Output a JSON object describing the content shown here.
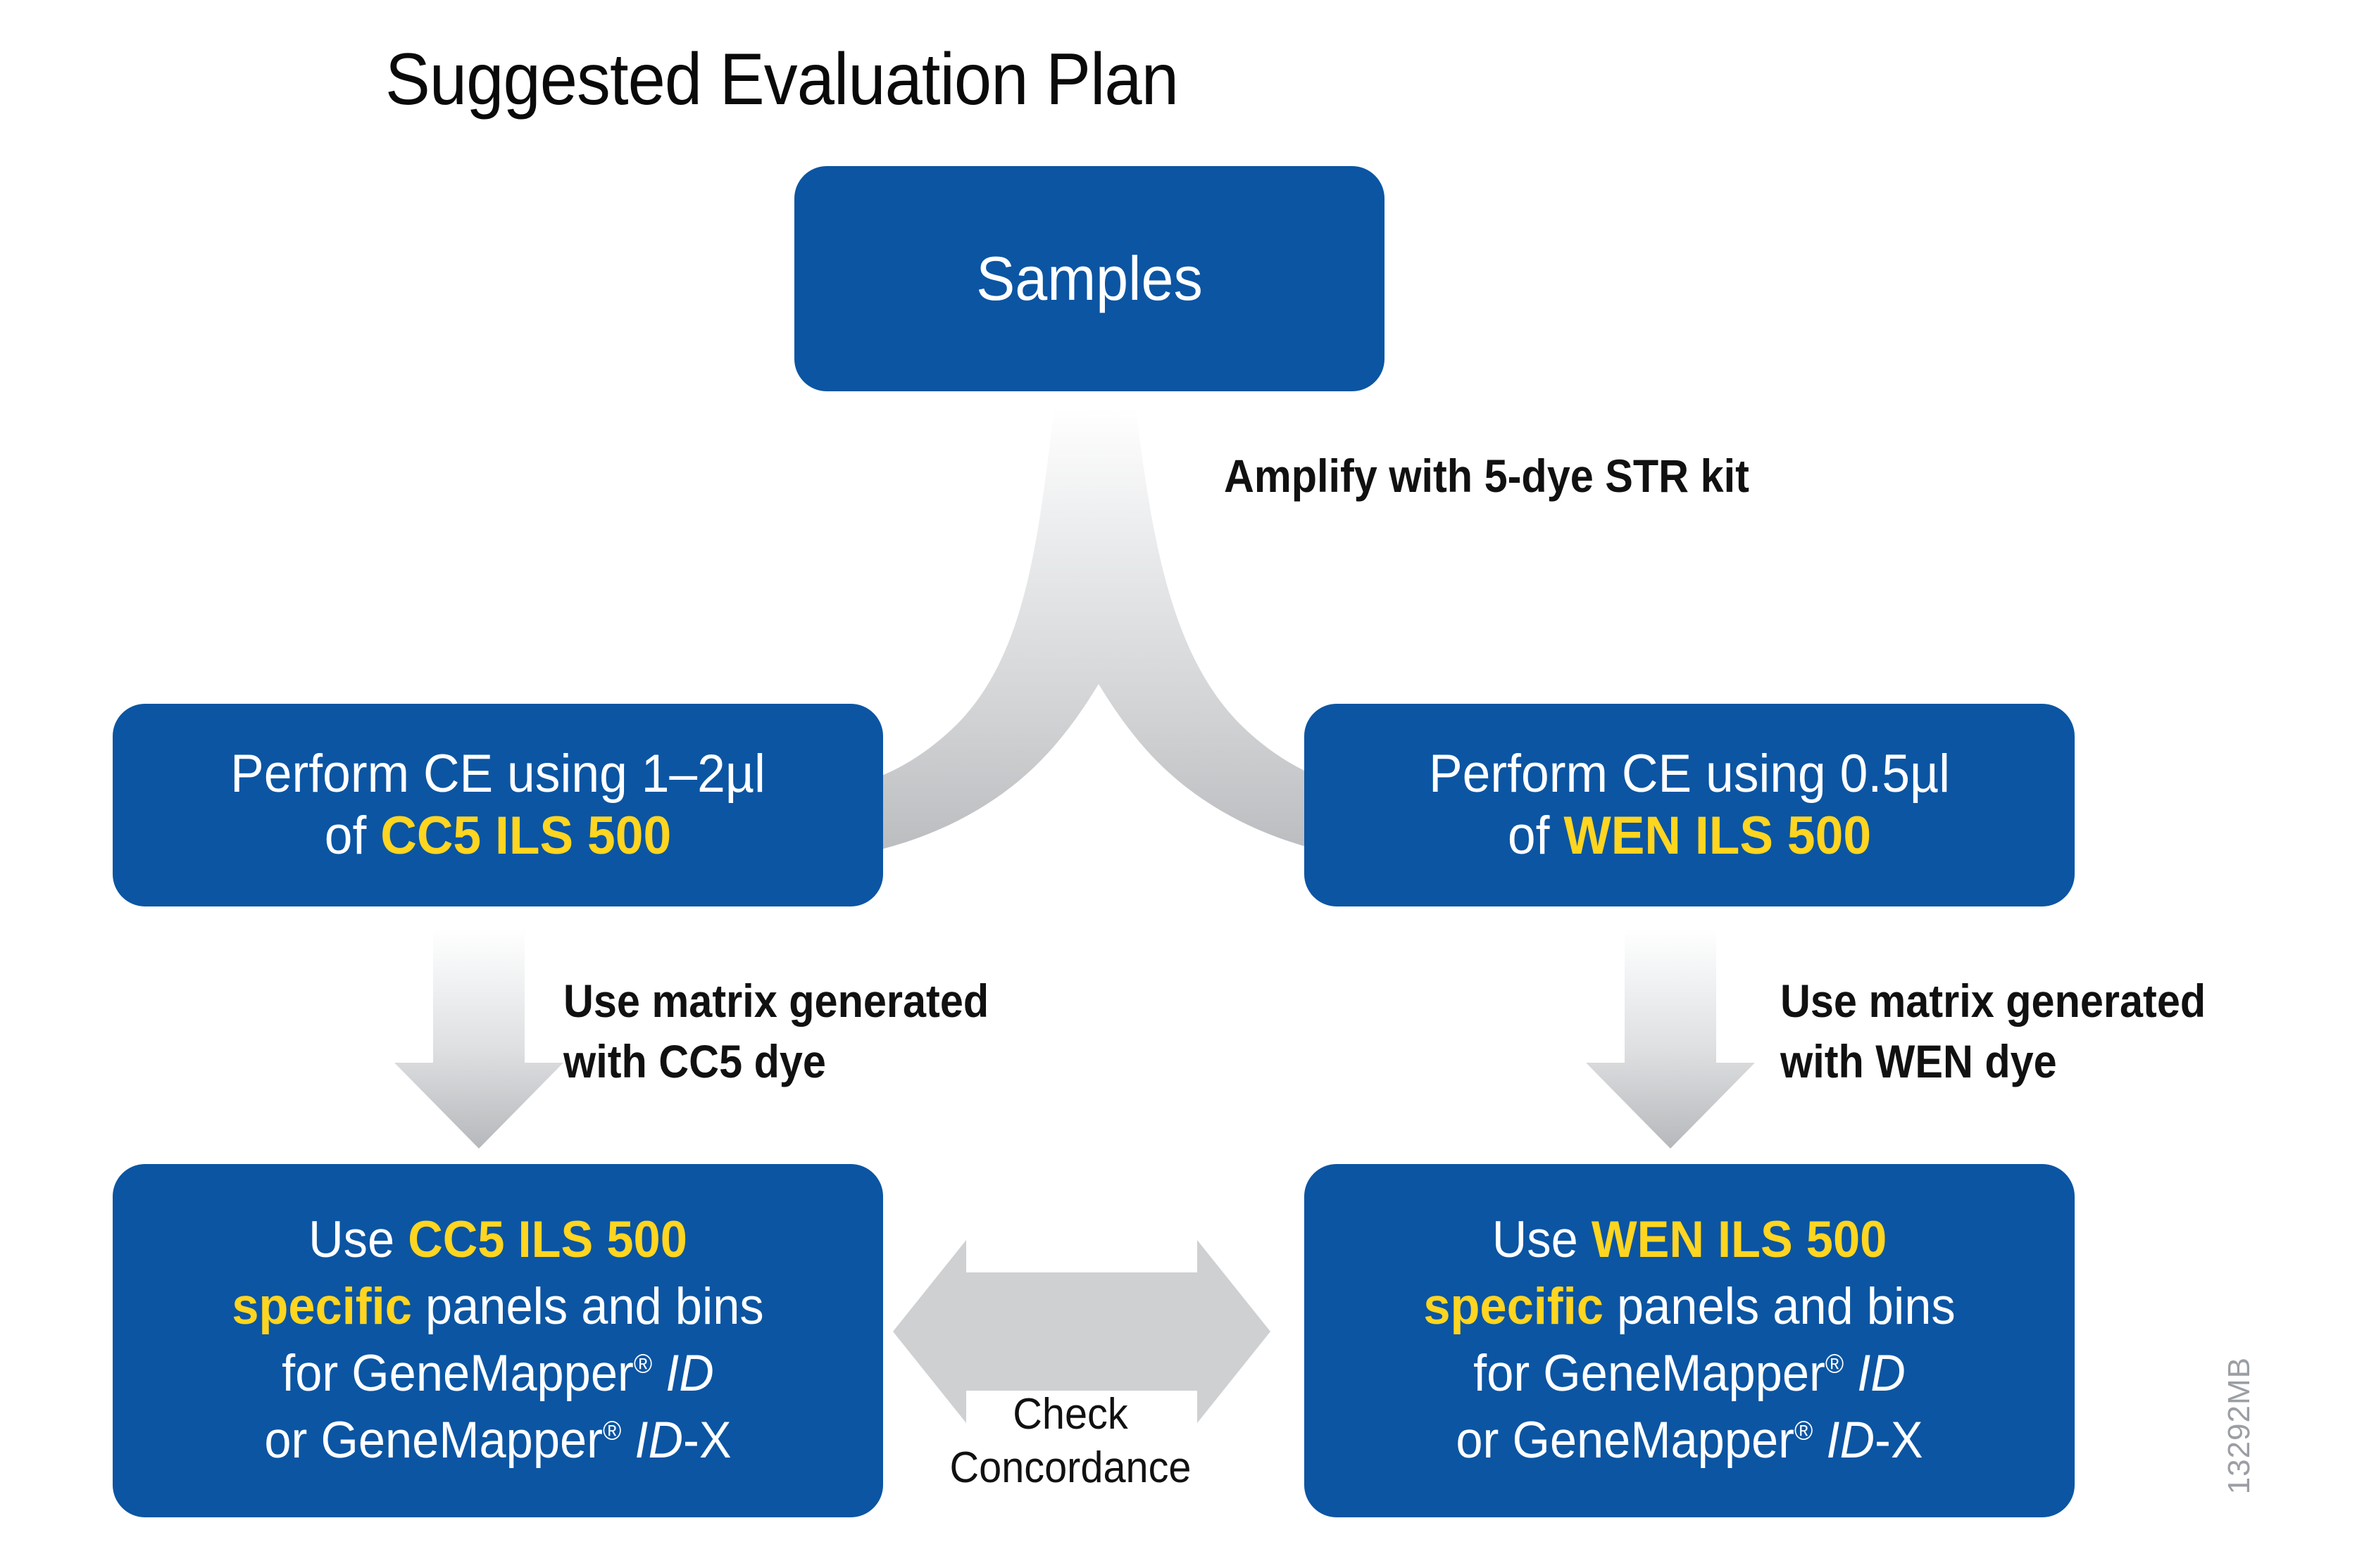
{
  "title": "Suggested Evaluation Plan",
  "colors": {
    "box_blue": "#0B55A3",
    "highlight_yellow": "#FFD520",
    "arrow_gray": "#CED0D2",
    "text_white": "#FFFFFF",
    "text_black": "#111111",
    "side_code_gray": "#9B9EA3",
    "background": "#FFFFFF"
  },
  "boxes": {
    "samples": {
      "label": "Samples"
    },
    "ce_left": {
      "line1": "Perform CE using 1–2µl",
      "line2_prefix": "of ",
      "line2_highlight": "CC5 ILS 500"
    },
    "ce_right": {
      "line1": "Perform CE using 0.5µl",
      "line2_prefix": "of ",
      "line2_highlight": "WEN ILS 500"
    },
    "panels_left": {
      "line1_prefix": "Use ",
      "line1_highlight": "CC5 ILS 500",
      "line2_highlight": "specific",
      "line2_rest": " panels and bins",
      "line3_prefix": "for GeneMapper",
      "line3_reg": "®",
      "line3_italic": "ID",
      "line4_prefix": "or GeneMapper",
      "line4_reg": "®",
      "line4_italic": "ID",
      "line4_suffix": "-X"
    },
    "panels_right": {
      "line1_prefix": "Use ",
      "line1_highlight": "WEN ILS 500",
      "line2_highlight": "specific",
      "line2_rest": " panels and bins",
      "line3_prefix": "for GeneMapper",
      "line3_reg": "®",
      "line3_italic": "ID",
      "line4_prefix": "or GeneMapper",
      "line4_reg": "®",
      "line4_italic": "ID",
      "line4_suffix": "-X"
    }
  },
  "arrow_labels": {
    "amplify": "Amplify with 5-dye STR kit",
    "matrix_left": "Use matrix generated\nwith CC5 dye",
    "matrix_right": "Use matrix generated\nwith WEN dye",
    "concordance": "Check\nConcordance"
  },
  "arrows": [
    {
      "name": "split-arrow-samples-to-ce",
      "type": "y-split",
      "direction": "down-left-right",
      "style": "gradient"
    },
    {
      "name": "down-arrow-left",
      "type": "straight",
      "direction": "down",
      "style": "gradient"
    },
    {
      "name": "down-arrow-right",
      "type": "straight",
      "direction": "down",
      "style": "gradient"
    },
    {
      "name": "double-arrow-concordance",
      "type": "double-headed",
      "direction": "left-right",
      "style": "flat"
    }
  ],
  "side_code": "13292MB"
}
